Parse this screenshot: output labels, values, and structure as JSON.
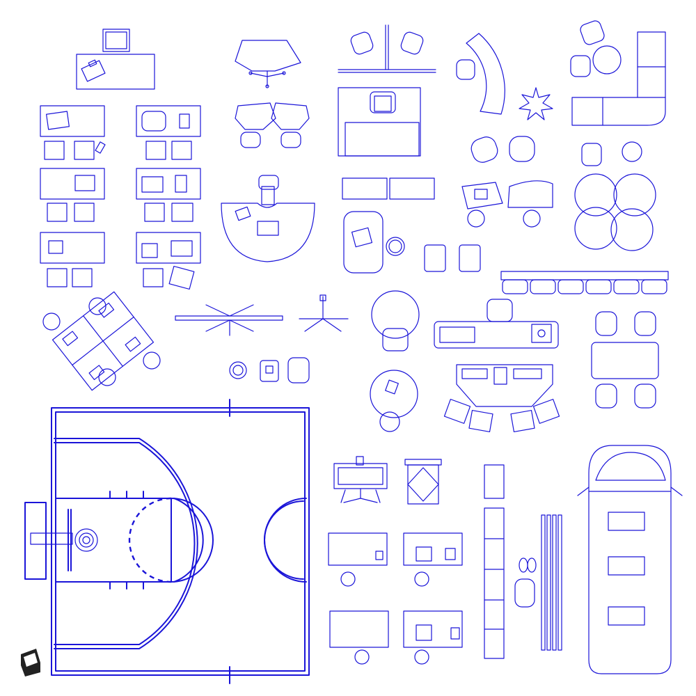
{
  "colors": {
    "line": "#1a14d8",
    "background": "#ffffff",
    "logo": "#222222"
  },
  "blocks": [
    "desk-with-briefcase",
    "conference-table",
    "workstation-pair",
    "curved-reception-desk",
    "l-shaped-sofa",
    "classroom-desks",
    "hexagonal-table",
    "executive-desk",
    "lounge-chairs",
    "round-tables-cluster",
    "reception-desk-with-books",
    "study-carrels",
    "waiting-chairs-row",
    "dining-table-four-chairs",
    "cubicle-cluster",
    "adjustable-beds",
    "office-chair",
    "crafts-supplies",
    "round-table-with-chair",
    "kitchen-island",
    "basketball-court",
    "easel",
    "canvas-frame",
    "art-desks",
    "lockers",
    "bench",
    "parallel-bars",
    "backpack-shoes",
    "school-bus"
  ],
  "logo": {
    "icon": "cube-logo-icon"
  }
}
